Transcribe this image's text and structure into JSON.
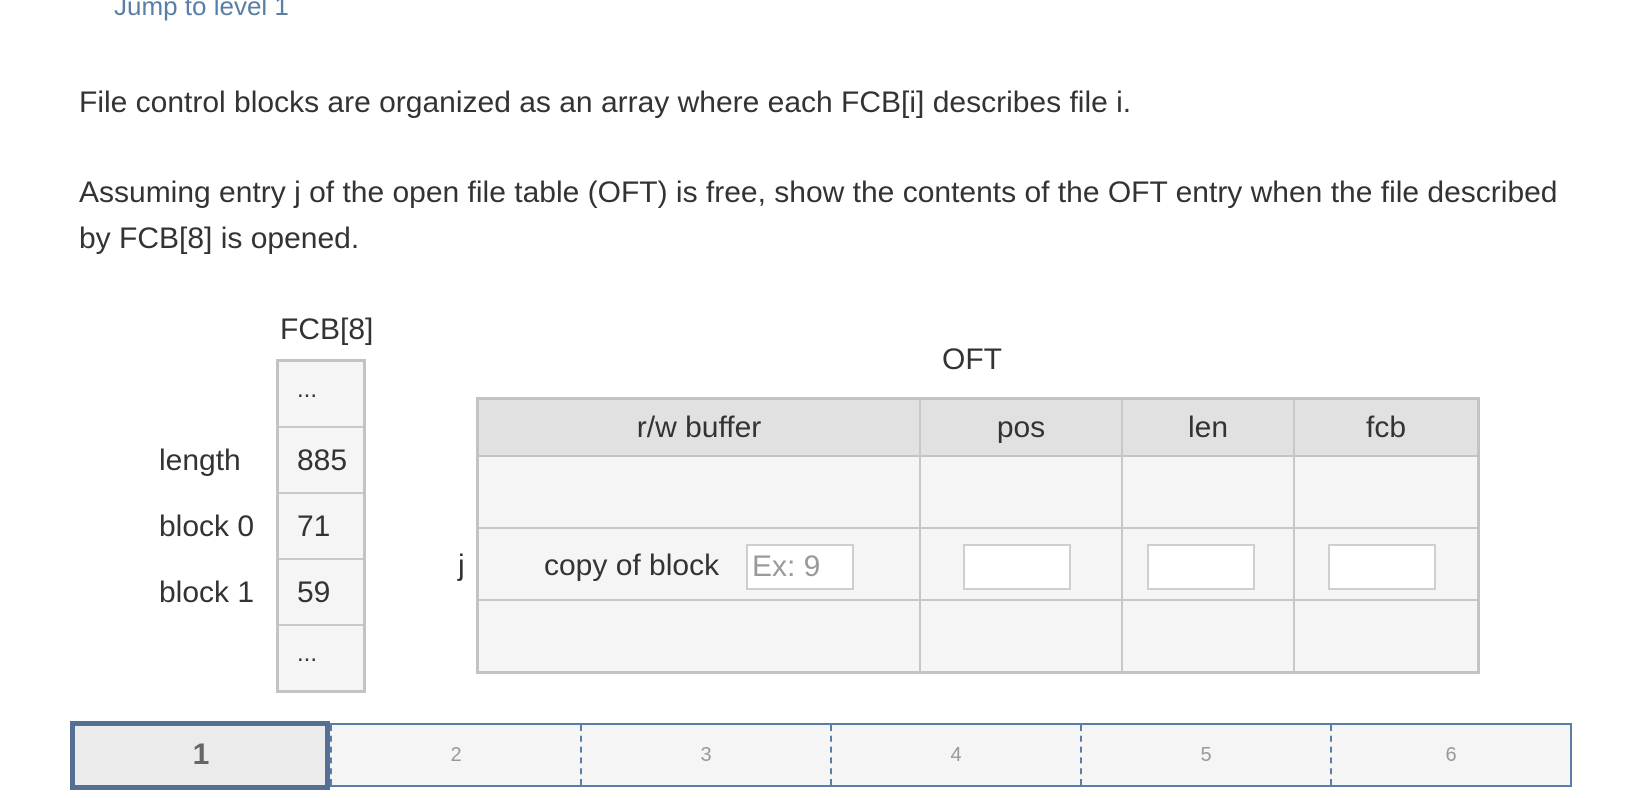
{
  "jump_link": "Jump to level 1",
  "paragraphs": [
    "File control blocks are organized as an array where each FCB[i] describes file i.",
    "Assuming entry j of the open file table (OFT) is free, show the contents of the OFT entry when the file described by FCB[8] is opened."
  ],
  "fcb": {
    "title": "FCB[8]",
    "cells": [
      "...",
      "885",
      "71",
      "59",
      "..."
    ],
    "labels": [
      "length",
      "block 0",
      "block 1"
    ]
  },
  "oft": {
    "title": "OFT",
    "headers": [
      "r/w buffer",
      "pos",
      "len",
      "fcb"
    ],
    "row_label": "j",
    "copy_label": "copy of block",
    "block_input": {
      "value": "",
      "placeholder": "Ex: 9"
    },
    "pos_input": {
      "value": "",
      "placeholder": ""
    },
    "len_input": {
      "value": "",
      "placeholder": ""
    },
    "fcb_input": {
      "value": "",
      "placeholder": ""
    }
  },
  "levels": {
    "items": [
      "1",
      "2",
      "3",
      "4",
      "5",
      "6"
    ],
    "active": "1"
  },
  "colors": {
    "accent": "#5a7fa6",
    "active_frame": "#556f94",
    "table_border": "#c3c3c3",
    "header_bg": "#e1e1e1",
    "cell_bg": "#f5f5f5"
  }
}
